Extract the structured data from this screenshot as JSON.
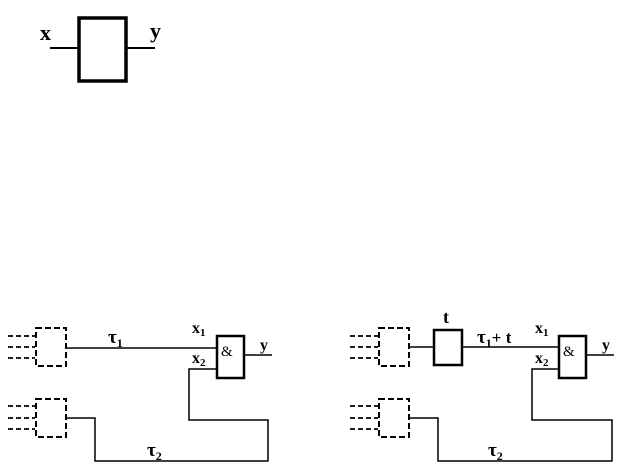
{
  "block": {
    "input": "x",
    "output": "y"
  },
  "left_circuit": {
    "delay_top": "τ",
    "delay_top_sub": "1",
    "delay_bottom": "τ",
    "delay_bottom_sub": "2",
    "gate_in1": "x",
    "gate_in1_sub": "1",
    "gate_in2": "x",
    "gate_in2_sub": "2",
    "gate_symbol": "&",
    "gate_out": "y"
  },
  "right_circuit": {
    "extra_block": "t",
    "delay_top": "τ",
    "delay_top_sub": "1",
    "delay_top_suffix": "+ t",
    "delay_bottom": "τ",
    "delay_bottom_sub": "2",
    "gate_in1": "x",
    "gate_in1_sub": "1",
    "gate_in2": "x",
    "gate_in2_sub": "2",
    "gate_symbol": "&",
    "gate_out": "y"
  }
}
